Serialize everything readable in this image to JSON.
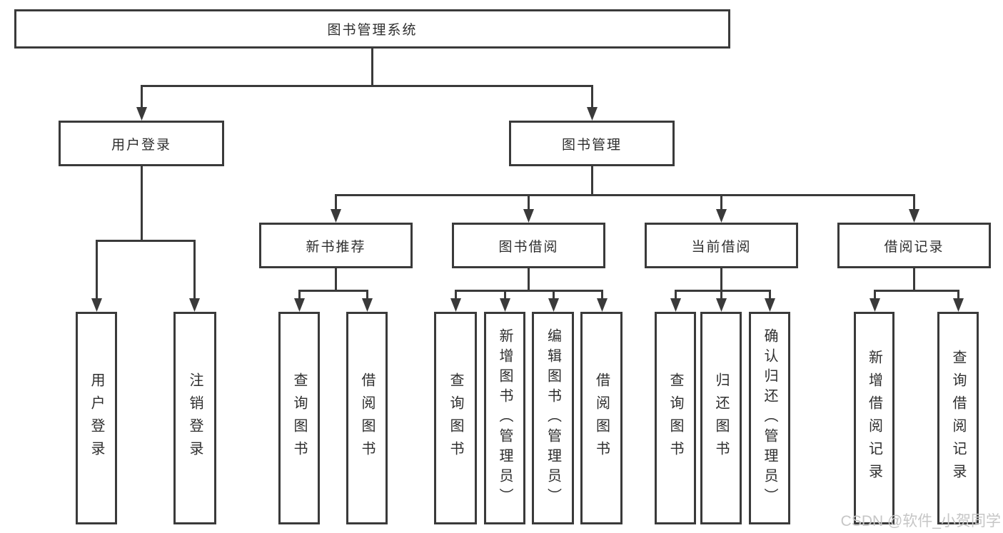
{
  "title": "图书管理系统",
  "tree": {
    "label": "图书管理系统",
    "children": [
      {
        "label": "用户登录",
        "children": [
          {
            "label": "用户登录"
          },
          {
            "label": "注销登录"
          }
        ]
      },
      {
        "label": "图书管理",
        "children": [
          {
            "label": "新书推荐",
            "children": [
              {
                "label": "查询图书"
              },
              {
                "label": "借阅图书"
              }
            ]
          },
          {
            "label": "图书借阅",
            "children": [
              {
                "label": "查询图书"
              },
              {
                "label": "新增图书（管理员）"
              },
              {
                "label": "编辑图书（管理员）"
              },
              {
                "label": "借阅图书"
              }
            ]
          },
          {
            "label": "当前借阅",
            "children": [
              {
                "label": "查询图书"
              },
              {
                "label": "归还图书"
              },
              {
                "label": "确认归还（管理员）"
              }
            ]
          },
          {
            "label": "借阅记录",
            "children": [
              {
                "label": "新增借阅记录"
              },
              {
                "label": "查询借阅记录"
              }
            ]
          }
        ]
      }
    ]
  },
  "watermark": {
    "text": "CSDN @软件_小贺同学"
  },
  "colors": {
    "line": "#3a3a3a",
    "text": "#2e2e2e",
    "background": "#ffffff",
    "watermark": "#c6c6c6"
  }
}
